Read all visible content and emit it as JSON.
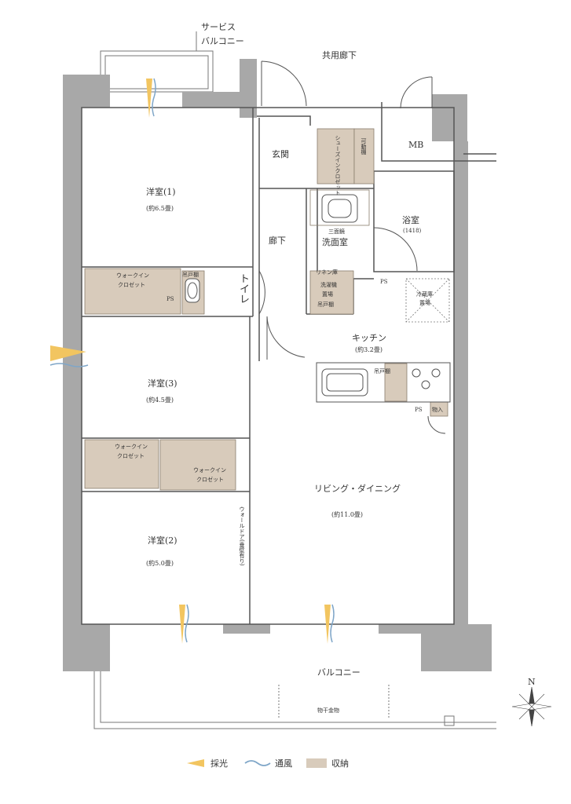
{
  "labels": {
    "service_balcony_line1": "サービス",
    "service_balcony_line2": "バルコニー",
    "common_corridor": "共用廊下",
    "mb": "MB",
    "entrance": "玄関",
    "shoe_closet": "シューズインクロゼット",
    "movable_shelf": "可動棚",
    "room1_name": "洋室(1)",
    "room1_size": "(約6.5畳)",
    "bathroom_name": "浴室",
    "bathroom_size": "(1418)",
    "corridor": "廊下",
    "three_mirror": "三面鏡",
    "washroom": "洗面室",
    "wic1_line1": "ウォークイン",
    "wic1_line2": "クロゼット",
    "hanging_shelf1": "吊戸棚",
    "toilet": "トイレ",
    "ps1": "PS",
    "linen": "リネン庫",
    "washer_line1": "洗濯機",
    "washer_line2": "置場",
    "hanging_shelf2": "吊戸棚",
    "ps2": "PS",
    "fridge_line1": "冷蔵庫",
    "fridge_line2": "置場",
    "kitchen_name": "キッチン",
    "kitchen_size": "(約3.2畳)",
    "room3_name": "洋室(3)",
    "room3_size": "(約4.5畳)",
    "hanging_shelf3": "吊戸棚",
    "ps3": "PS",
    "storage": "物入",
    "wic2_line1": "ウォークイン",
    "wic2_line2": "クロゼット",
    "wic3_line1": "ウォークイン",
    "wic3_line2": "クロゼット",
    "living_name": "リビング・ダイニング",
    "living_size": "(約11.0畳)",
    "wall_door": "ウォールドア(垂壁有り)",
    "room2_name": "洋室(2)",
    "room2_size": "(約5.0畳)",
    "balcony": "バルコニー",
    "drying_hardware": "物干金物",
    "north": "N"
  },
  "legend": {
    "light": "採光",
    "ventilation": "通風",
    "storage": "収納"
  },
  "colors": {
    "wall": "#a8a8a8",
    "storage": "#d8cbbb",
    "line": "#555555",
    "light": "#f2c560",
    "wind": "#7fa6c8"
  },
  "icons": {
    "compass": "compass-rose-icon",
    "light": "sunlight-arrow-icon",
    "wind": "wind-wave-icon"
  }
}
